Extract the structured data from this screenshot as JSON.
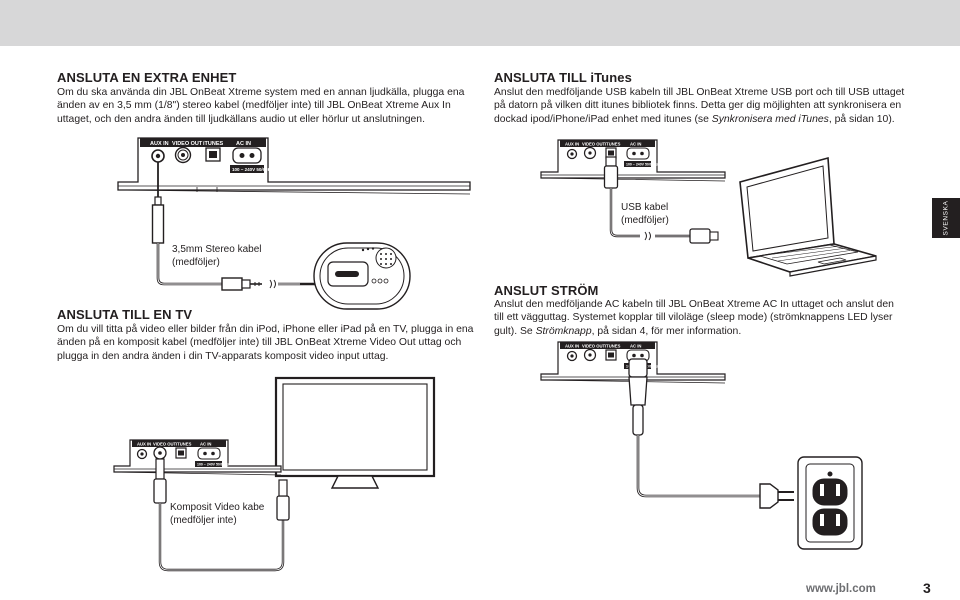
{
  "section_extra": {
    "heading": "ANSLUTA EN EXTRA ENHET",
    "body": "Om du ska använda din JBL OnBeat Xtreme system med en annan ljudkälla, plugga ena änden av en 3,5 mm (1/8\") stereo kabel (medföljer inte) till JBL OnBeat Xtreme Aux In uttaget, och den andra änden till ljudkällans audio ut eller hörlur ut anslutningen."
  },
  "section_itunes": {
    "heading_prefix": "ANSLUTA TILL ",
    "heading_brand": "iTunes",
    "body_main": "Anslut den medföljande USB kabeln till JBL OnBeat Xtreme USB port och till USB uttaget på datorn på vilken ditt itunes bibliotek finns. Detta ger dig möjlighten att synkronisera en dockad ipod/iPhone/iPad enhet med itunes (se ",
    "body_italic": "Synkronisera med iTunes",
    "body_end": ", på sidan 10)."
  },
  "section_tv": {
    "heading": "ANSLUTA TILL EN TV",
    "body": "Om du vill titta på video eller bilder från din iPod, iPhone eller iPad på en TV, plugga in ena änden på en komposit kabel (medföljer inte) till JBL OnBeat Xtreme Video Out uttag och plugga in den andra änden i din TV-apparats komposit video input uttag."
  },
  "section_power": {
    "heading": "ANSLUT STRÖM",
    "body_main": "Anslut den medföljande AC kabeln till JBL OnBeat Xtreme AC In uttaget och anslut den till ett vägguttag. Systemet kopplar till viloläge (sleep mode) (strömknappens LED lyser gult). Se ",
    "body_italic": "Strömknapp",
    "body_end": ", på sidan 4, för mer information."
  },
  "labels": {
    "stereo_line1": "3,5mm Stereo kabel",
    "stereo_line2": "(medföljer)",
    "usb_line1": "USB kabel",
    "usb_line2": "(medföljer)",
    "video_line1": "Komposit Video kabe",
    "video_line2": "(medföljer inte)"
  },
  "ports": {
    "aux": "AUX IN",
    "video": "VIDEO OUT",
    "itunes": "iTUNES",
    "ac": "AC IN",
    "rating": "100 ~ 240V 50/60Hz"
  },
  "side_tab": "SVENSKA",
  "footer": {
    "url": "www.jbl.com",
    "page": "3"
  }
}
